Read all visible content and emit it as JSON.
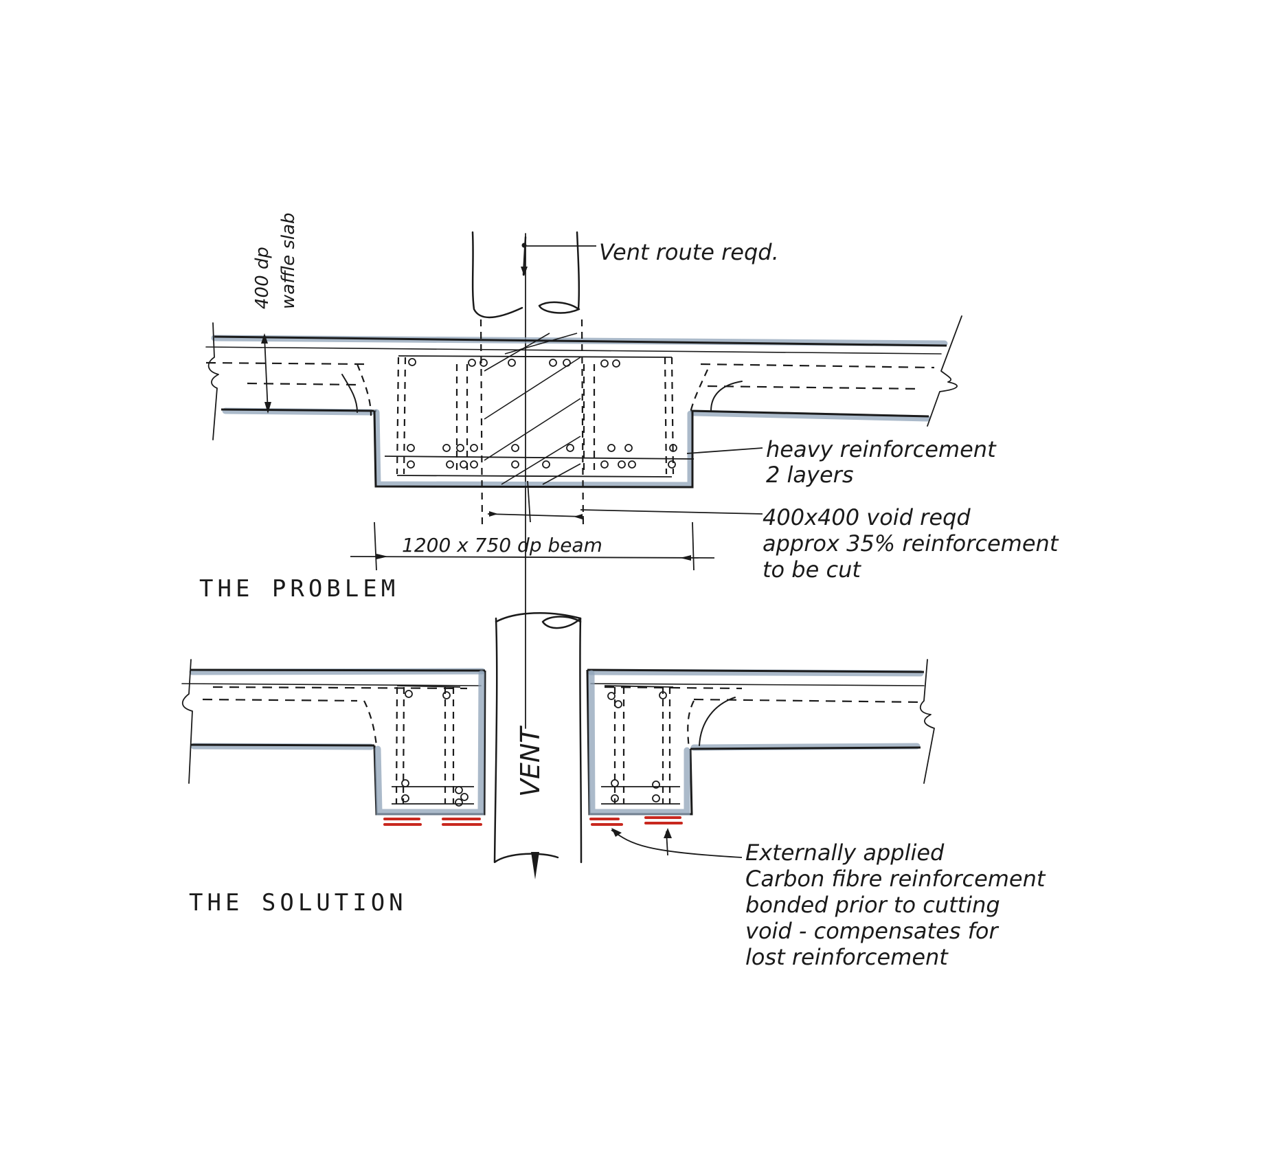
{
  "labels": {
    "vent_route": "Vent route reqd.",
    "waffle_slab_a": "400 dp",
    "waffle_slab_b": "waffle slab",
    "heavy_reinforcement_1": "heavy reinforcement",
    "heavy_reinforcement_2": "2 layers",
    "void_1": "400x400 void reqd",
    "void_2": "approx 35% reinforcement",
    "void_3": "to be cut",
    "beam": "1200 x 750 dp beam",
    "problem_title": "THE PROBLEM",
    "vent_duct": "VENT",
    "solution_title": "THE SOLUTION",
    "cfrp_1": "Externally applied",
    "cfrp_2": "Carbon fibre reinforcement",
    "cfrp_3": "bonded prior to cutting",
    "cfrp_4": "void - compensates for",
    "cfrp_5": "lost reinforcement"
  },
  "colors": {
    "ink": "#1a1a1a",
    "concrete_shading": "#8fa3b8",
    "carbon_fibre": "#c8281f"
  }
}
